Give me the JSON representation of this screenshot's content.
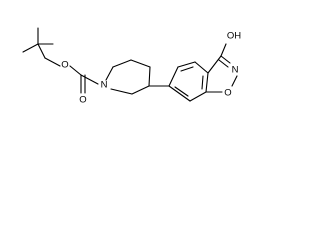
{
  "molecule": {
    "atoms": {
      "ring_nitrogen": "N",
      "carbonyl_oxygen": "O",
      "ester_oxygen": "O",
      "isoxazole_nitrogen": "N",
      "isoxazole_oxygen": "O",
      "hydroxyl": "OH"
    }
  },
  "colors": {
    "bonds": "#000000",
    "background": "#ffffff"
  }
}
